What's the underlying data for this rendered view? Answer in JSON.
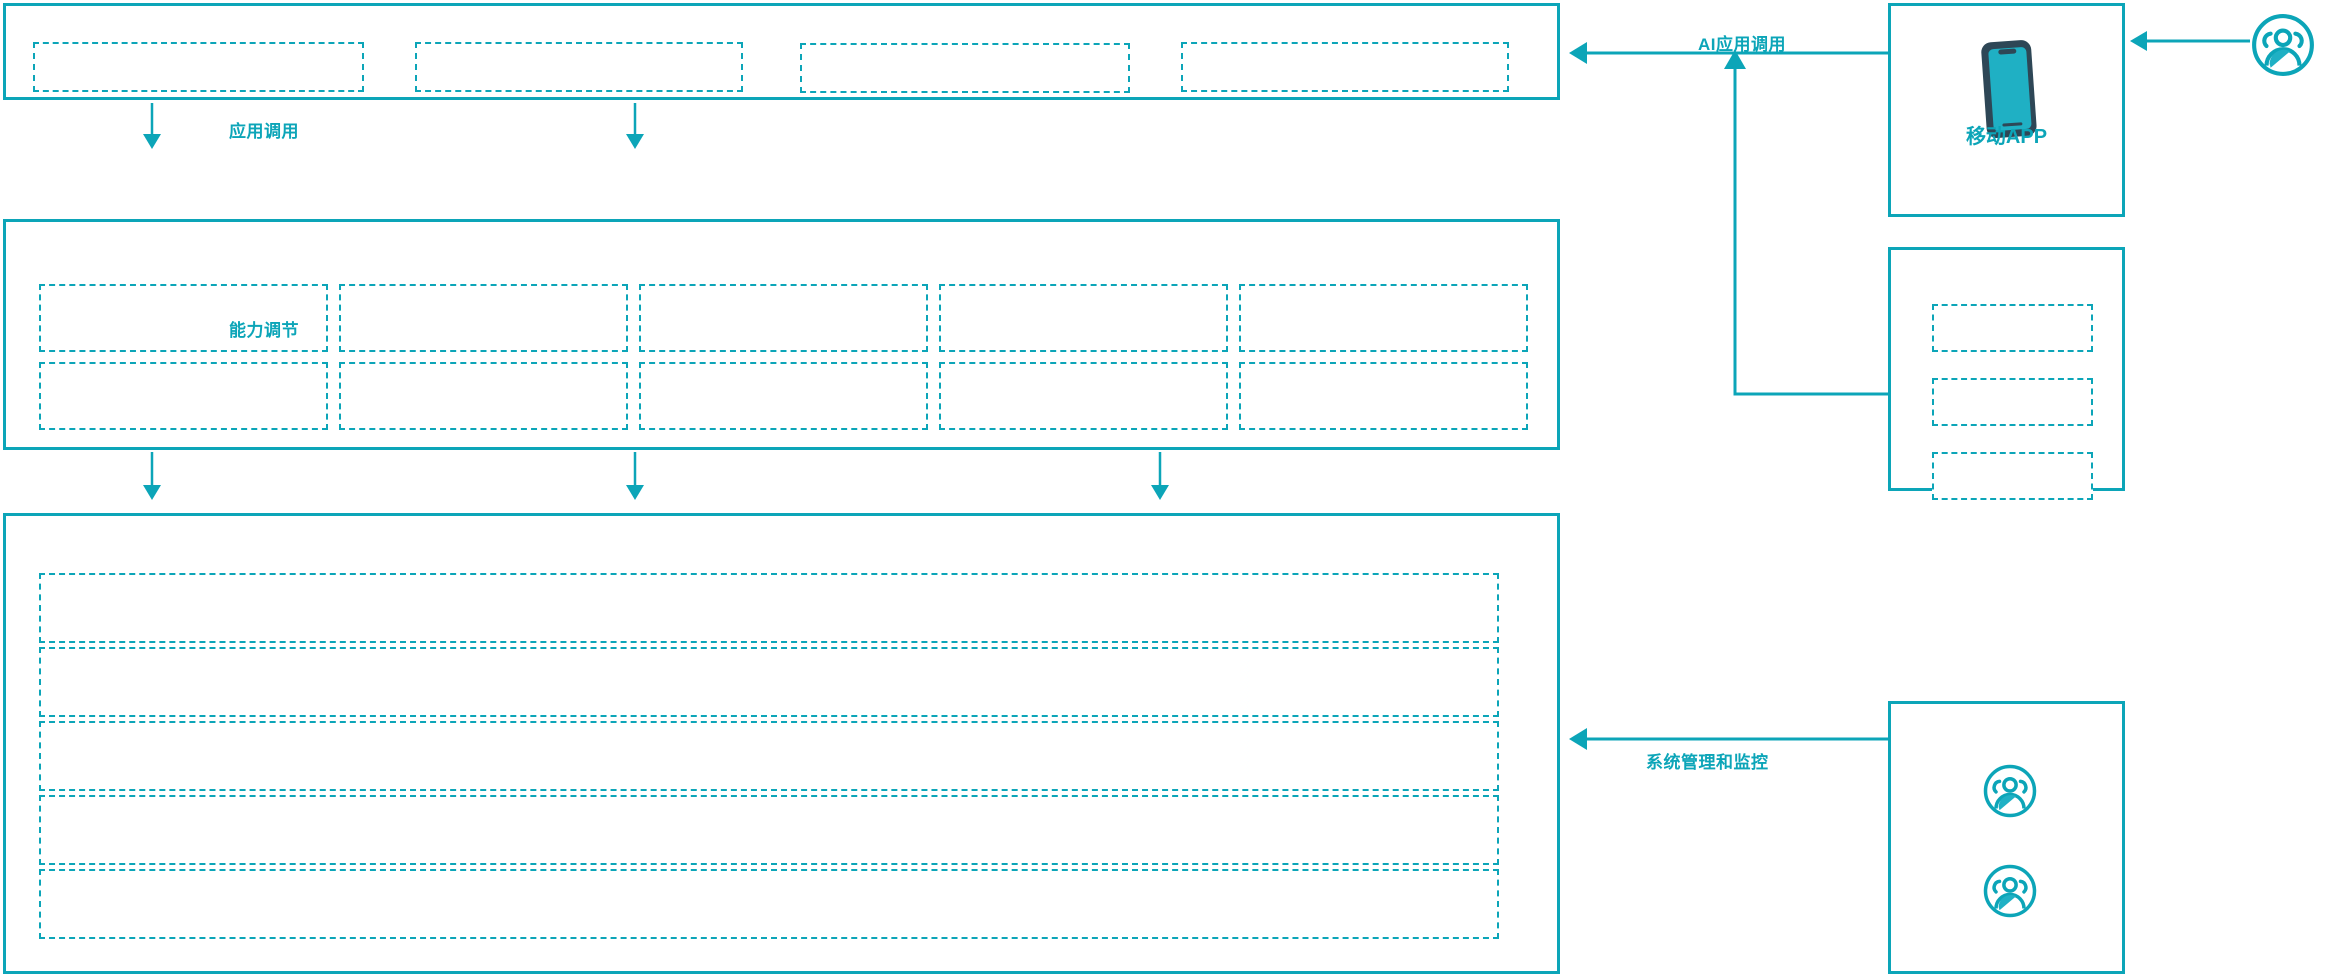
{
  "theme": {
    "accent": "#0CA5B8",
    "accent_dark": "#2E4756",
    "background": "#FFFFFF"
  },
  "diagram": {
    "type": "layered-architecture",
    "title_visible": false,
    "layers": [
      {
        "id": "application-layer",
        "name": "application-layer",
        "slots": [
          {
            "id": "app-slot-1",
            "label": ""
          },
          {
            "id": "app-slot-2",
            "label": ""
          },
          {
            "id": "app-slot-3",
            "label": ""
          },
          {
            "id": "app-slot-4",
            "label": ""
          }
        ]
      },
      {
        "id": "capability-layer",
        "name": "capability-layer",
        "columns": 5,
        "rows": 2,
        "slots": [
          {
            "id": "cap-slot-r1c1",
            "label": ""
          },
          {
            "id": "cap-slot-r1c2",
            "label": ""
          },
          {
            "id": "cap-slot-r1c3",
            "label": ""
          },
          {
            "id": "cap-slot-r1c4",
            "label": ""
          },
          {
            "id": "cap-slot-r1c5",
            "label": ""
          },
          {
            "id": "cap-slot-r2c1",
            "label": ""
          },
          {
            "id": "cap-slot-r2c2",
            "label": ""
          },
          {
            "id": "cap-slot-r2c3",
            "label": ""
          },
          {
            "id": "cap-slot-r2c4",
            "label": ""
          },
          {
            "id": "cap-slot-r2c5",
            "label": ""
          }
        ]
      },
      {
        "id": "platform-layer",
        "name": "platform-layer",
        "slots": [
          {
            "id": "plat-row-1",
            "label": ""
          },
          {
            "id": "plat-row-2",
            "label": ""
          },
          {
            "id": "plat-row-3",
            "label": ""
          },
          {
            "id": "plat-row-4",
            "label": ""
          },
          {
            "id": "plat-row-5",
            "label": ""
          }
        ]
      }
    ],
    "side_boxes": [
      {
        "id": "mobile-app-box",
        "name": "mobile-app-box",
        "caption": "移动APP",
        "icon": "smartphone-icon"
      },
      {
        "id": "channel-box",
        "name": "channel-box",
        "caption": "",
        "slots": [
          {
            "id": "channel-slot-1",
            "label": ""
          },
          {
            "id": "channel-slot-2",
            "label": ""
          },
          {
            "id": "channel-slot-3",
            "label": ""
          }
        ]
      },
      {
        "id": "operations-box",
        "name": "operations-box",
        "caption": "",
        "icons": [
          "users-icon",
          "users-icon"
        ]
      }
    ],
    "actors": [
      {
        "id": "end-user-actor",
        "name": "end-user-actor",
        "icon": "users-icon",
        "label": ""
      }
    ],
    "flows": [
      {
        "id": "flow-app-call",
        "label": "应用调用",
        "direction": "down",
        "arrow_count": 2
      },
      {
        "id": "flow-capability",
        "label": "能力调节",
        "direction": "down",
        "arrow_count": 3
      },
      {
        "id": "flow-ai-app-call",
        "label": "AI应用调用",
        "direction": "left",
        "arrow_count": 1
      },
      {
        "id": "flow-channel-up",
        "label": "",
        "direction": "up",
        "arrow_count": 1
      },
      {
        "id": "flow-sys-monitor",
        "label": "系统管理和监控",
        "direction": "left",
        "arrow_count": 1
      },
      {
        "id": "flow-user-to-app",
        "label": "",
        "direction": "left",
        "arrow_count": 1
      }
    ]
  }
}
